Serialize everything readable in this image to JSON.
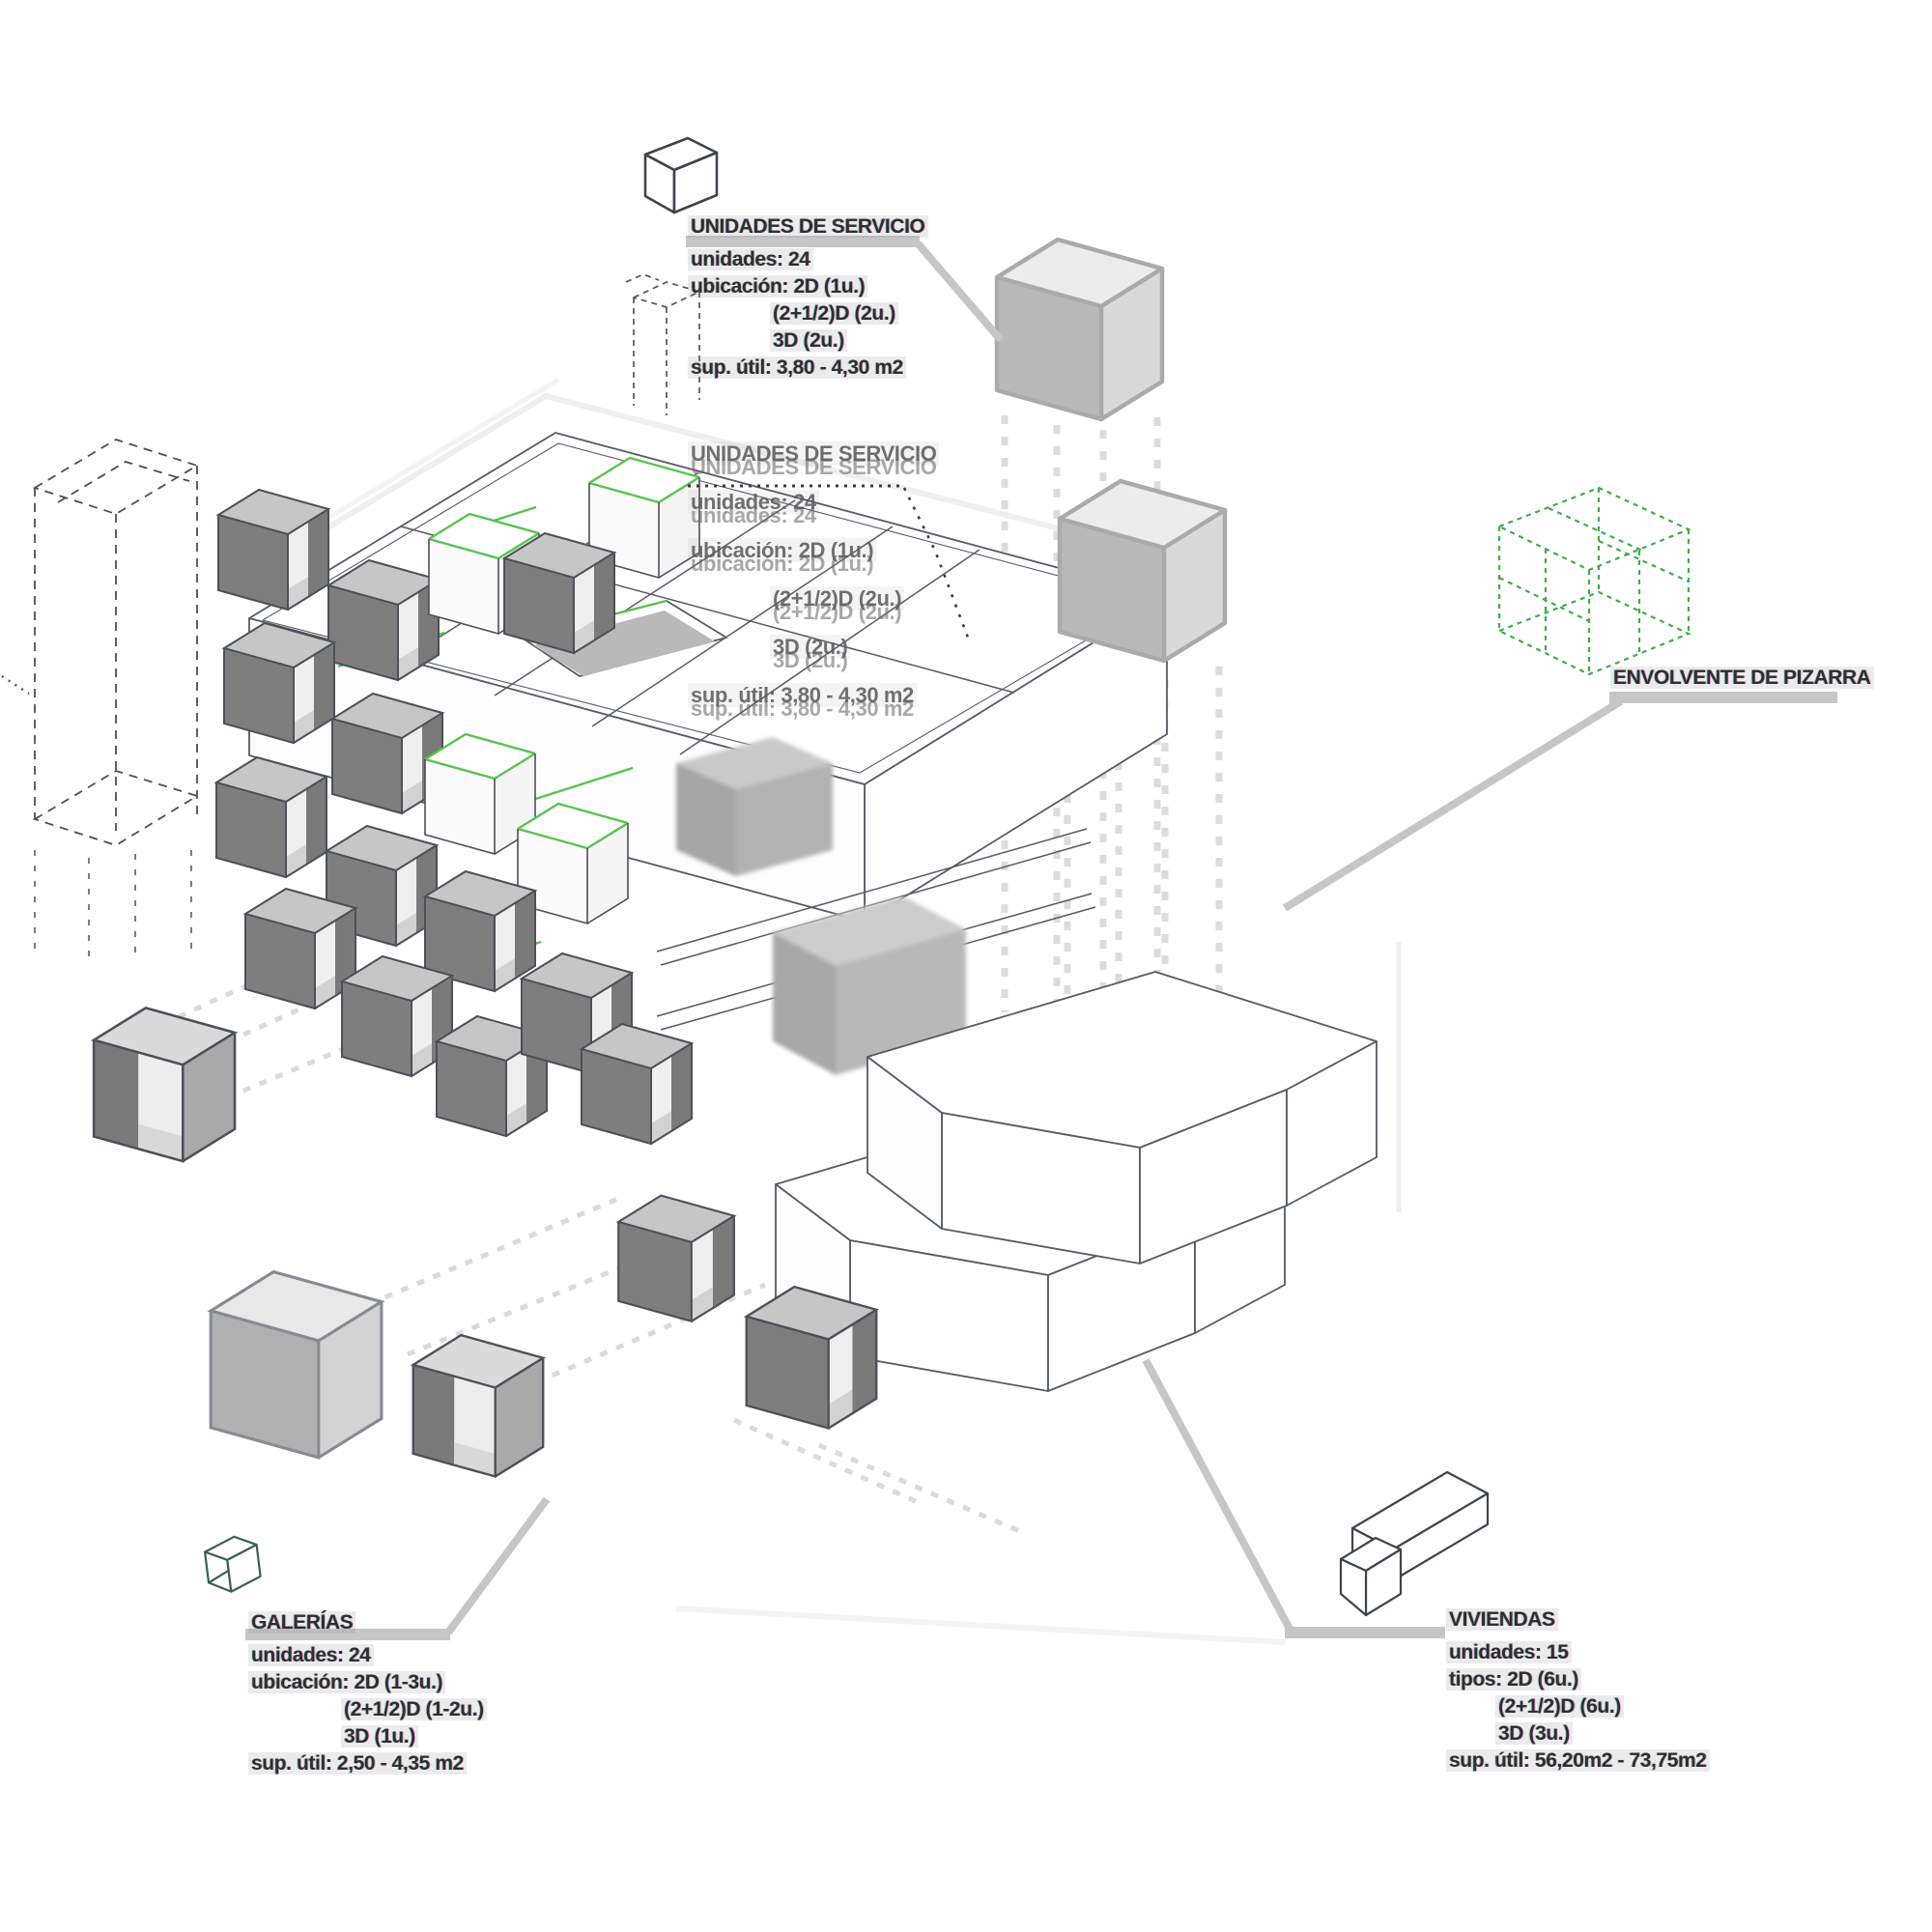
{
  "colors": {
    "accent_green": "#57c44f",
    "line_dark": "#4c5058",
    "leader_gray": "#c6c6c6",
    "cube_top": "#c6c6c6",
    "cube_side_dark": "#7e7e7e",
    "cube_interior": "#7a7a7a",
    "text": "#2e2e30",
    "ghost_text": "#5c5c5e",
    "background": "#ffffff"
  },
  "labels": {
    "servicio": {
      "title": "UNIDADES DE SERVICIO",
      "unidades": "unidades: 24",
      "ubicacion": "ubicación: 2D (1u.)",
      "ubicacion2": "(2+1/2)D (2u.)",
      "ubicacion3": "3D (2u.)",
      "sup": "sup. útil: 3,80 - 4,30 m2"
    },
    "envolvente": {
      "title": "ENVOLVENTE DE PIZARRA"
    },
    "galerias": {
      "title": "GALERÍAS",
      "unidades": "unidades: 24",
      "ubicacion": "ubicación: 2D (1-3u.)",
      "ubicacion2": "(2+1/2)D (1-2u.)",
      "ubicacion3": "3D (1u.)",
      "sup": "sup. útil: 2,50 - 4,35 m2"
    },
    "viviendas": {
      "title": "VIVIENDAS",
      "unidades": "unidades: 15",
      "tipos": "tipos: 2D (6u.)",
      "tipos2": "(2+1/2)D (6u.)",
      "tipos3": "3D (3u.)",
      "sup": "sup. útil: 56,20m2 - 73,75m2"
    }
  },
  "icons": {
    "servicio_icon": "service-unit-cube-icon",
    "servicio_ghost_icon": "dashed-service-shaft-icon",
    "galerias_icon": "gallery-cube-icon",
    "viviendas_icon": "housing-block-icon",
    "envolvente_icon": "slate-envelope-wireframe-icon",
    "tower_icon": "dashed-core-tower-outline"
  }
}
